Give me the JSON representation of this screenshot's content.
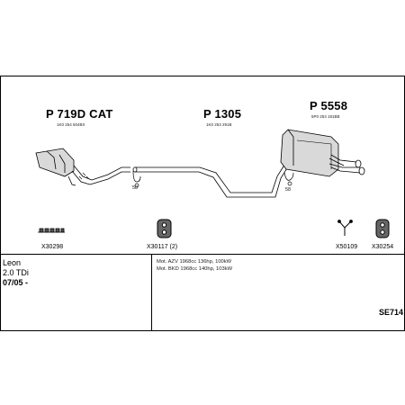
{
  "parts": {
    "p1": {
      "code": "P 719D CAT",
      "ref": "1K0 254 504BX"
    },
    "p2": {
      "code": "P 1305",
      "ref": "1K0 253 291B"
    },
    "p3": {
      "code": "P 5558",
      "ref": "5P0 253 181BB"
    }
  },
  "hanger_label": "58",
  "accessories": [
    "X30298",
    "X30117 (2)",
    "X50109",
    "X30254"
  ],
  "vehicle": {
    "model": "Leon",
    "engine": "2.0 TDi",
    "from": "07/05 -"
  },
  "engines": [
    "Mot. AZV 1968cc 136hp, 100kW",
    "Mot. BKD 1968cc 140hp, 103kW"
  ],
  "diagram_id": "SE714"
}
